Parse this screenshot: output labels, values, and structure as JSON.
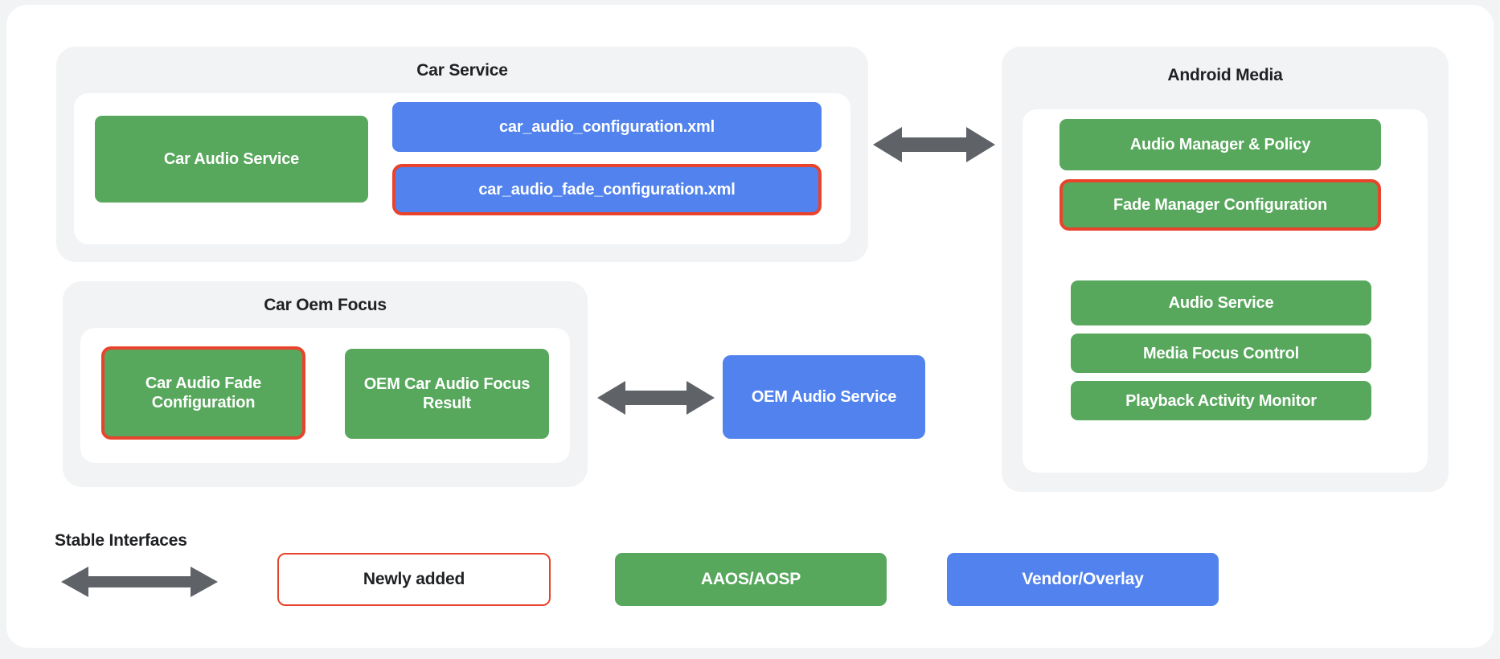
{
  "colors": {
    "page_background": "#f1f3f4",
    "card_background": "#ffffff",
    "group_background": "#f1f3f4",
    "green": "#57a75c",
    "blue": "#5182ee",
    "highlight_red": "#e8432c",
    "arrow_gray": "#5f6368",
    "text_dark": "#202124"
  },
  "groups": {
    "car_service": {
      "title": "Car Service",
      "nodes": [
        {
          "label": "Car Audio Service",
          "type": "green",
          "highlighted": false
        },
        {
          "label": "car_audio_configuration.xml",
          "type": "blue",
          "highlighted": false
        },
        {
          "label": "car_audio_fade_configuration.xml",
          "type": "blue",
          "highlighted": true
        }
      ]
    },
    "car_oem_focus": {
      "title": "Car Oem Focus",
      "nodes": [
        {
          "label": "Car Audio Fade Configuration",
          "type": "green",
          "highlighted": true
        },
        {
          "label": "OEM Car Audio Focus Result",
          "type": "green",
          "highlighted": false
        }
      ]
    },
    "android_media": {
      "title": "Android Media",
      "nodes": [
        {
          "label": "Audio Manager & Policy",
          "type": "green",
          "highlighted": false
        },
        {
          "label": "Fade Manager Configuration",
          "type": "green",
          "highlighted": true
        },
        {
          "label": "Audio Service",
          "type": "green",
          "highlighted": false
        },
        {
          "label": "Media Focus Control",
          "type": "green",
          "highlighted": false
        },
        {
          "label": "Playback Activity Monitor",
          "type": "green",
          "highlighted": false
        }
      ]
    }
  },
  "standalone_nodes": [
    {
      "label": "OEM Audio Service",
      "type": "blue",
      "highlighted": false
    }
  ],
  "connectors": [
    {
      "name": "car-service-to-android-media",
      "style": "double-arrow"
    },
    {
      "name": "car-oem-focus-to-oem-audio-service",
      "style": "double-arrow"
    }
  ],
  "legend": {
    "stable_interfaces_label": "Stable Interfaces",
    "items": [
      {
        "label": "Newly added",
        "style": "outline-red"
      },
      {
        "label": "AAOS/AOSP",
        "style": "green"
      },
      {
        "label": "Vendor/Overlay",
        "style": "blue"
      }
    ]
  }
}
